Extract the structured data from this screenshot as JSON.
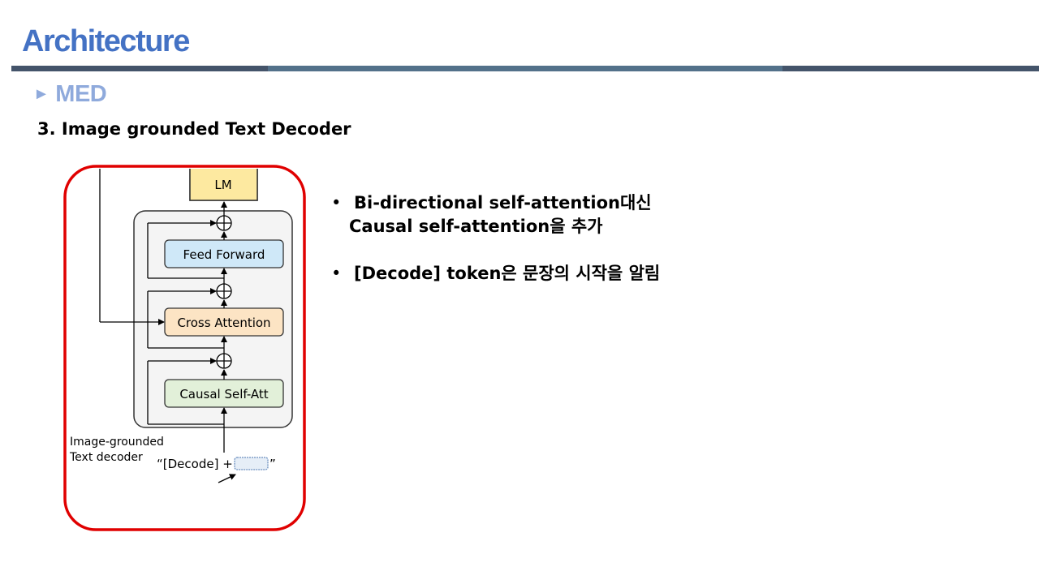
{
  "slide": {
    "title": "Architecture",
    "subheading_marker": "►",
    "subheading": "MED",
    "section_title": "3. Image grounded Text Decoder"
  },
  "diagram": {
    "lm": "LM",
    "feed_forward": "Feed Forward",
    "cross_attention": "Cross Attention",
    "causal_self_att": "Causal Self-Att",
    "caption_line1": "Image-grounded",
    "caption_line2": "Text decoder",
    "input_prefix": "“[Decode] +",
    "input_suffix": "”",
    "colors": {
      "lm_fill": "#fde9a0",
      "feed_forward_fill": "#cfe8f8",
      "cross_attention_fill": "#fce4c4",
      "causal_self_att_fill": "#e2f0d9",
      "highlight_border": "#e00000"
    }
  },
  "bullets": [
    {
      "marker": "•",
      "line1": "Bi-directional self-attention대신",
      "line2": "Causal self-attention을 추가"
    },
    {
      "marker": "•",
      "line1": "[Decode] token은 문장의 시작을 알림",
      "line2": ""
    }
  ]
}
